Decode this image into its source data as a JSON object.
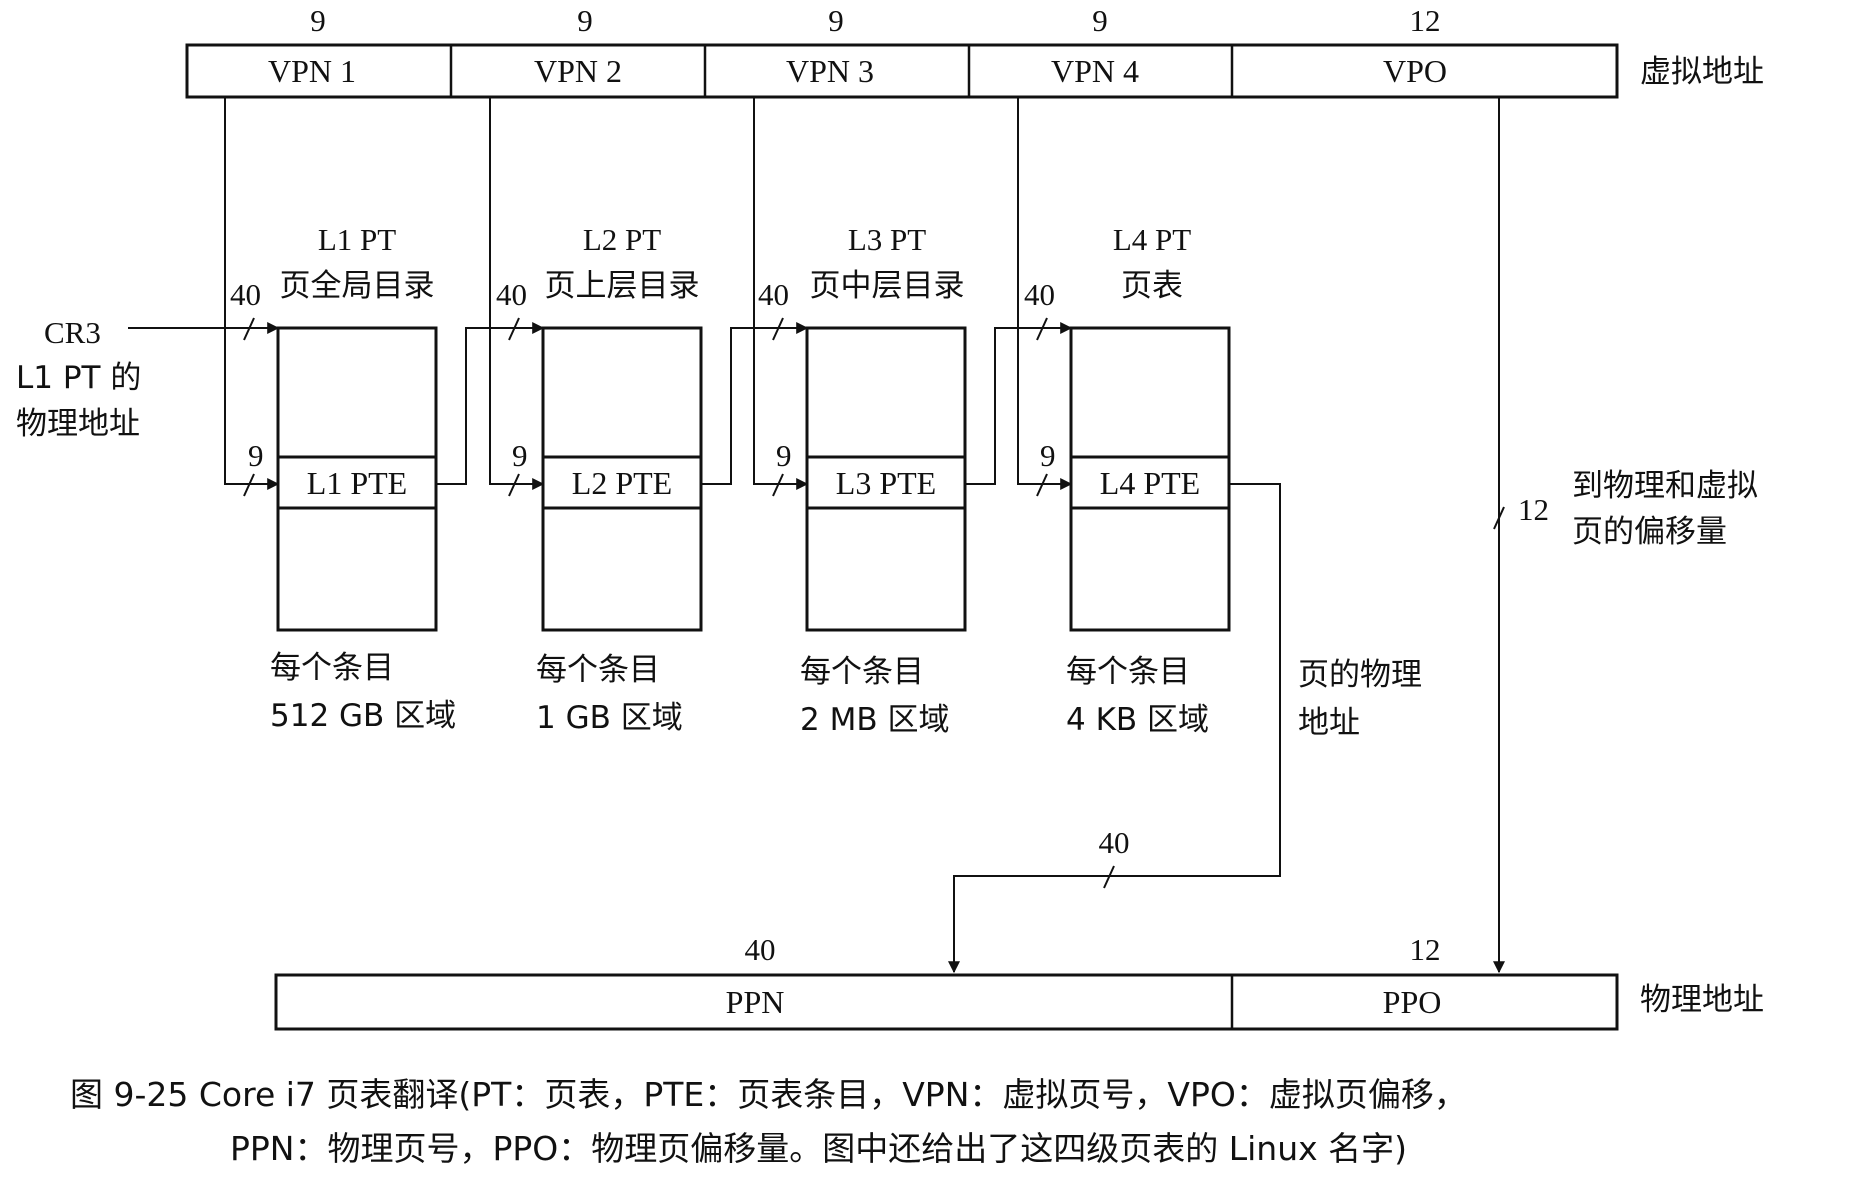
{
  "virtual_address": {
    "label": "虚拟地址",
    "fields": [
      {
        "name": "VPN 1",
        "bits": "9"
      },
      {
        "name": "VPN 2",
        "bits": "9"
      },
      {
        "name": "VPN 3",
        "bits": "9"
      },
      {
        "name": "VPN 4",
        "bits": "9"
      },
      {
        "name": "VPO",
        "bits": "12"
      }
    ]
  },
  "cr3": {
    "name": "CR3",
    "desc_line1": "L1 PT 的",
    "desc_line2": "物理地址",
    "bits": "40"
  },
  "tables": [
    {
      "name": "L1 PT",
      "desc": "页全局目录",
      "entry": "L1 PTE",
      "in_bits": "40",
      "index_bits": "9",
      "note_line1": "每个条目",
      "note_line2": "512 GB 区域"
    },
    {
      "name": "L2 PT",
      "desc": "页上层目录",
      "entry": "L2 PTE",
      "in_bits": "40",
      "index_bits": "9",
      "note_line1": "每个条目",
      "note_line2": "1 GB 区域"
    },
    {
      "name": "L3 PT",
      "desc": "页中层目录",
      "entry": "L3 PTE",
      "in_bits": "40",
      "index_bits": "9",
      "note_line1": "每个条目",
      "note_line2": "2 MB 区域"
    },
    {
      "name": "L4 PT",
      "desc": "页表",
      "entry": "L4 PTE",
      "in_bits": "40",
      "index_bits": "9",
      "note_line1": "每个条目",
      "note_line2": "4 KB 区域"
    }
  ],
  "page_phys_addr": {
    "line1": "页的物理",
    "line2": "地址",
    "bits": "40"
  },
  "offset": {
    "bits": "12",
    "line1": "到物理和虚拟",
    "line2": "页的偏移量"
  },
  "physical_address": {
    "label": "物理地址",
    "fields": [
      {
        "name": "PPN",
        "bits": "40"
      },
      {
        "name": "PPO",
        "bits": "12"
      }
    ]
  },
  "caption": {
    "line1": "图 9-25   Core i7 页表翻译(PT：页表，PTE：页表条目，VPN：虚拟页号，VPO：虚拟页偏移，",
    "line2": "PPN：物理页号，PPO：物理页偏移量。图中还给出了这四级页表的 Linux 名字)"
  }
}
